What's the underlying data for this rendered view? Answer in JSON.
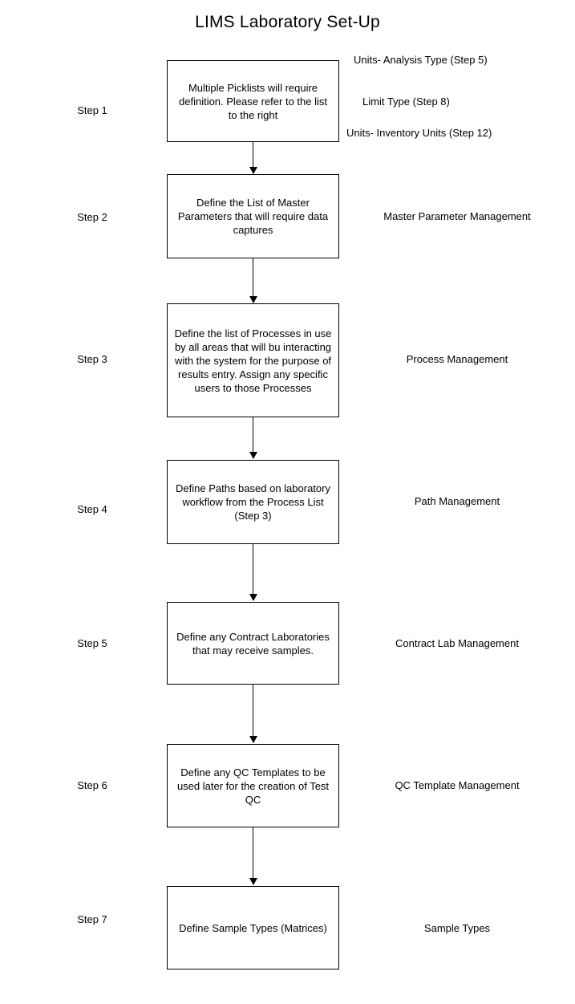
{
  "title": "LIMS Laboratory Set-Up",
  "steps": [
    {
      "step_label": "Step 1",
      "box_text": "Multiple Picklists will require definition. Please refer to the list to the right",
      "side_label": ""
    },
    {
      "step_label": "Step 2",
      "box_text": "Define the List of Master Parameters that will require data captures",
      "side_label": "Master Parameter Management"
    },
    {
      "step_label": "Step 3",
      "box_text": "Define the list of Processes in use by all areas that will bu interacting with the system for the purpose of results entry. Assign any specific users to those Processes",
      "side_label": "Process Management"
    },
    {
      "step_label": "Step 4",
      "box_text": "Define Paths based on laboratory workflow from the Process List (Step 3)",
      "side_label": "Path Management"
    },
    {
      "step_label": "Step 5",
      "box_text": "Define any Contract Laboratories that may receive samples.",
      "side_label": "Contract Lab Management"
    },
    {
      "step_label": "Step 6",
      "box_text": "Define any QC Templates to be used later for the creation of Test QC",
      "side_label": "QC Template Management"
    },
    {
      "step_label": "Step 7",
      "box_text": "Define Sample Types (Matrices)",
      "side_label": "Sample Types"
    }
  ],
  "picklist_notes": [
    "Units- Analysis Type (Step  5)",
    "Limit Type (Step 8)",
    "Units- Inventory Units (Step 12)"
  ],
  "colors": {
    "line": "#000000",
    "text": "#000000",
    "background": "#ffffff"
  }
}
